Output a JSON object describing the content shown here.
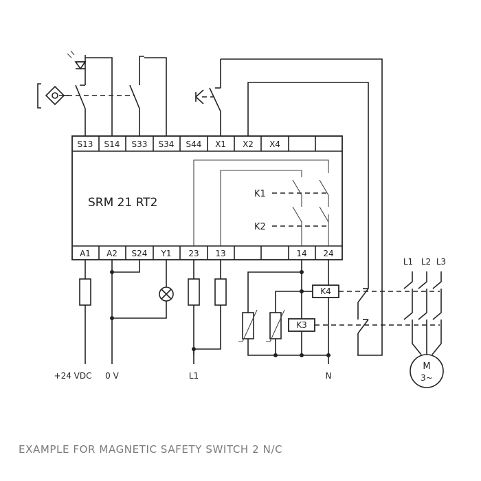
{
  "module": {
    "name": "SRM 21 RT2",
    "top_terminals": [
      "S13",
      "S14",
      "S33",
      "S34",
      "S44",
      "X1",
      "X2",
      "X4",
      "",
      ""
    ],
    "bottom_terminals": [
      "A1",
      "A2",
      "S24",
      "Y1",
      "23",
      "13",
      "",
      "",
      "14",
      "24"
    ]
  },
  "relays": {
    "k1": "K1",
    "k2": "K2",
    "k3": "K3",
    "k4": "K4"
  },
  "supply": {
    "plus": "+24 VDC",
    "zero": "0 V",
    "l1": "L1",
    "n": "N"
  },
  "motor": {
    "phases": [
      "L1",
      "L2",
      "L3"
    ],
    "label_top": "M",
    "label_bottom": "3~"
  },
  "caption": "EXAMPLE FOR MAGNETIC SAFETY SWITCH 2 N/C",
  "colors": {
    "line": "#222222",
    "caption": "#7a7a7a",
    "background": "#ffffff"
  }
}
